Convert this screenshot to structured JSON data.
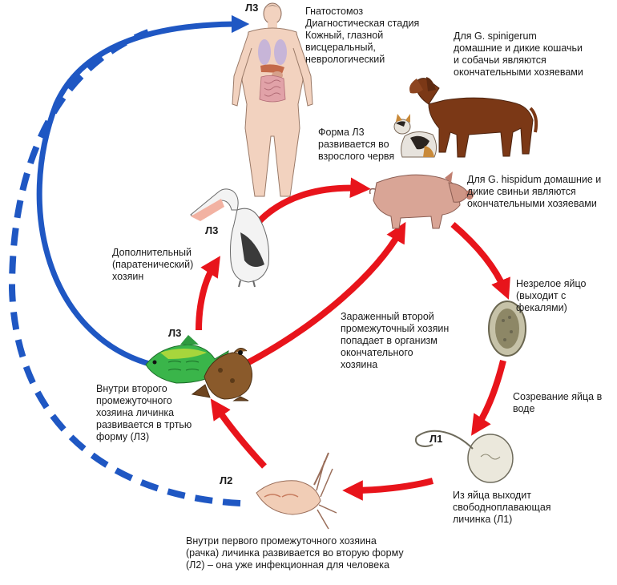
{
  "stage_labels": {
    "human": "Л3",
    "pelican": "Л3",
    "fish": "Л3",
    "copepod": "Л2",
    "larva": "Л1"
  },
  "notes": {
    "human": "Гнатостомоз\nДиагностическая стадия\nКожный, глазной\nвисцеральный,\nневрологический",
    "cat_dog": "Для G. spinigerum\nдомашние и дикие кошачьи\nи собачьи являются\nокончательными хозяевами",
    "adult_worm": "Форма Л3\nразвивается во\nвзрослого червя",
    "pig": "Для G. hispidum домашние и\nдикие свиньи являются\nокончательными хозяевами",
    "paratenic": "Дополнительный\n(паратенический)\nхозяин",
    "second_host": "Зараженный второй\nпромежуточный хозяин\nпопадает в организм\nокончательного\nхозяина",
    "egg": "Незрелое яйцо\n(выходит с\nфекалями)",
    "embryonation": "Созревание яйца в\nводе",
    "in_second_host": "Внутри второго\nпромежуточного\nхозяина личинка\nразвивается в тртью\nформу (Л3)",
    "hatching": "Из яйца выходит\nсвободноплавающая\nличинка (Л1)",
    "in_first_host": "Внутри первого промежуточного хозяина\n(рачка) личинка развивается во вторую форму\n(Л2) – она уже инфекционная для человека"
  },
  "colors": {
    "cycle_arrow": "#e8141b",
    "human_arrow": "#1f57c3"
  }
}
